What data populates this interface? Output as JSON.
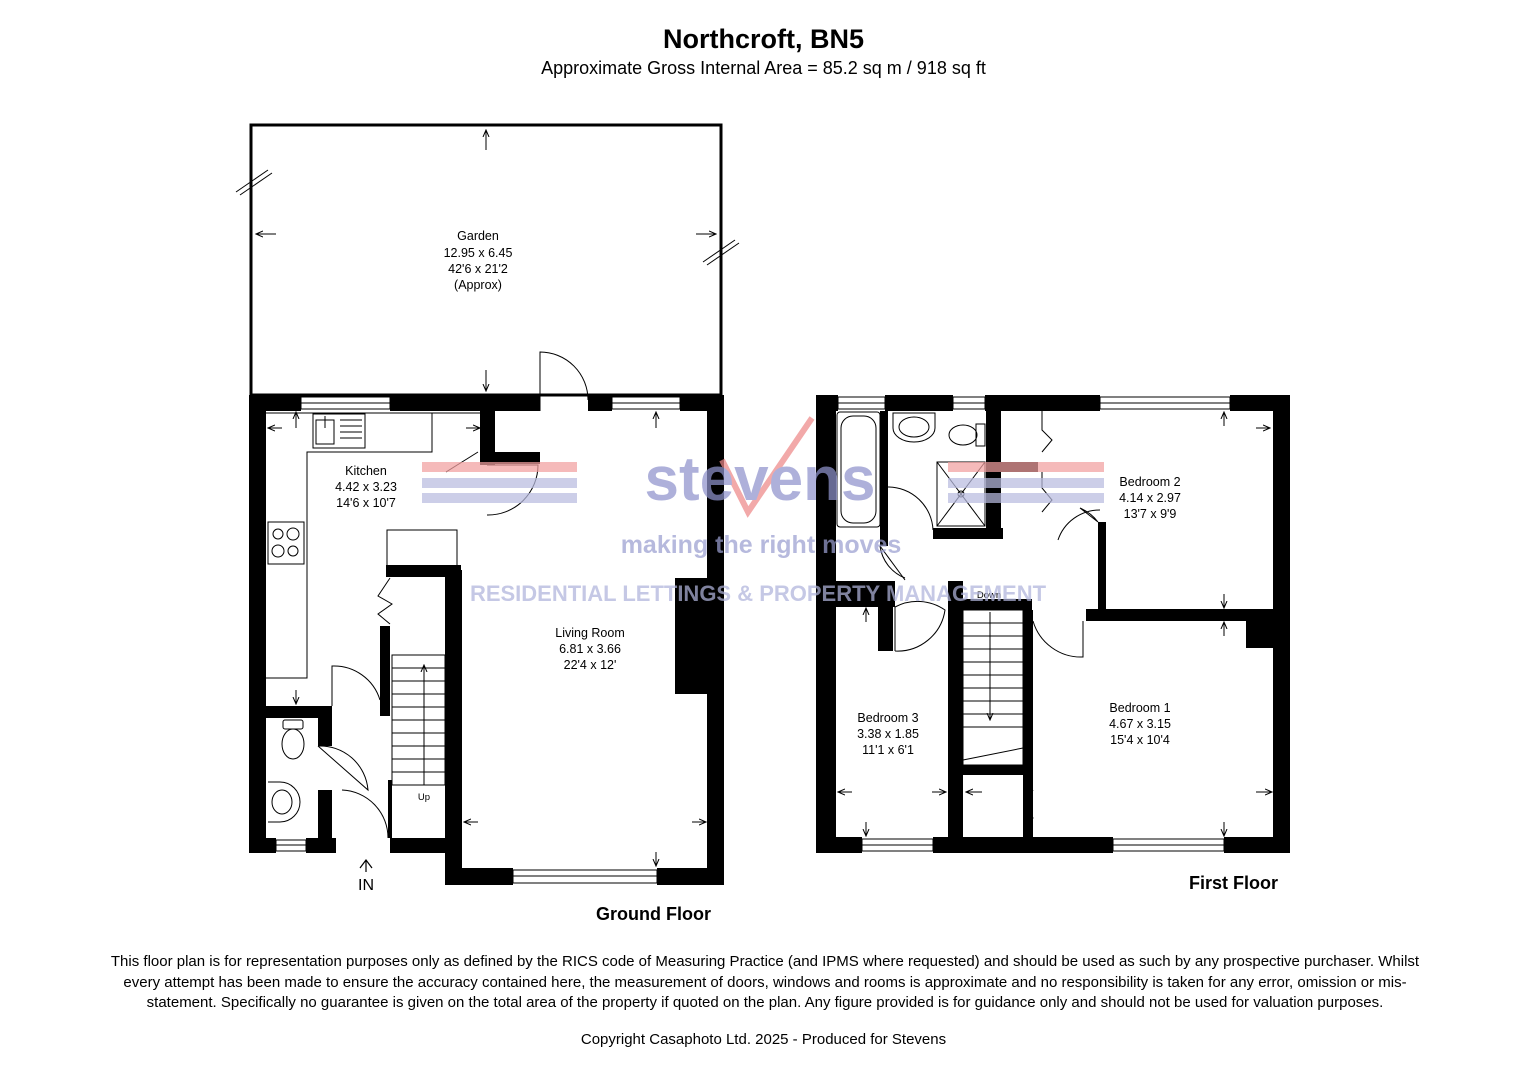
{
  "header": {
    "title": "Northcroft, BN5",
    "subtitle": "Approximate Gross Internal Area = 85.2 sq m / 918 sq ft"
  },
  "ground_floor": {
    "label": "Ground Floor",
    "rooms": {
      "garden": {
        "name": "Garden",
        "metric": "12.95 x 6.45",
        "imperial": "42'6 x 21'2",
        "note": "(Approx)"
      },
      "kitchen": {
        "name": "Kitchen",
        "metric": "4.42 x 3.23",
        "imperial": "14'6 x 10'7"
      },
      "living": {
        "name": "Living Room",
        "metric": "6.81 x 3.66",
        "imperial": "22'4 x 12'"
      }
    },
    "stairs_label": "Up",
    "entrance_label": "IN"
  },
  "first_floor": {
    "label": "First Floor",
    "rooms": {
      "bedroom2": {
        "name": "Bedroom 2",
        "metric": "4.14 x 2.97",
        "imperial": "13'7 x 9'9"
      },
      "bedroom1": {
        "name": "Bedroom 1",
        "metric": "4.67 x 3.15",
        "imperial": "15'4 x 10'4"
      },
      "bedroom3": {
        "name": "Bedroom 3",
        "metric": "3.38 x 1.85",
        "imperial": "11'1 x 6'1"
      }
    },
    "stairs_label": "Down"
  },
  "watermark": {
    "brand": "stevens",
    "tagline": "making the right moves",
    "services": "RESIDENTIAL LETTINGS & PROPERTY MANAGEMENT",
    "colors": {
      "brand": "#6b6fb5",
      "accent": "#e84a4a",
      "tagline": "#9a9fd0"
    }
  },
  "footer": {
    "disclaimer": "This floor plan is for representation purposes only as defined by the RICS code of Measuring Practice (and IPMS where requested) and should be used as such by any prospective purchaser. Whilst every attempt has been made to ensure the accuracy contained here, the measurement of doors, windows and rooms is approximate and no responsibility is taken for any error, omission or mis-statement. Specifically no guarantee is given on the total area of the property if quoted on the plan. Any figure provided is for guidance only and should not be used for valuation purposes.",
    "copyright": "Copyright Casaphoto Ltd. 2025 - Produced for Stevens"
  }
}
